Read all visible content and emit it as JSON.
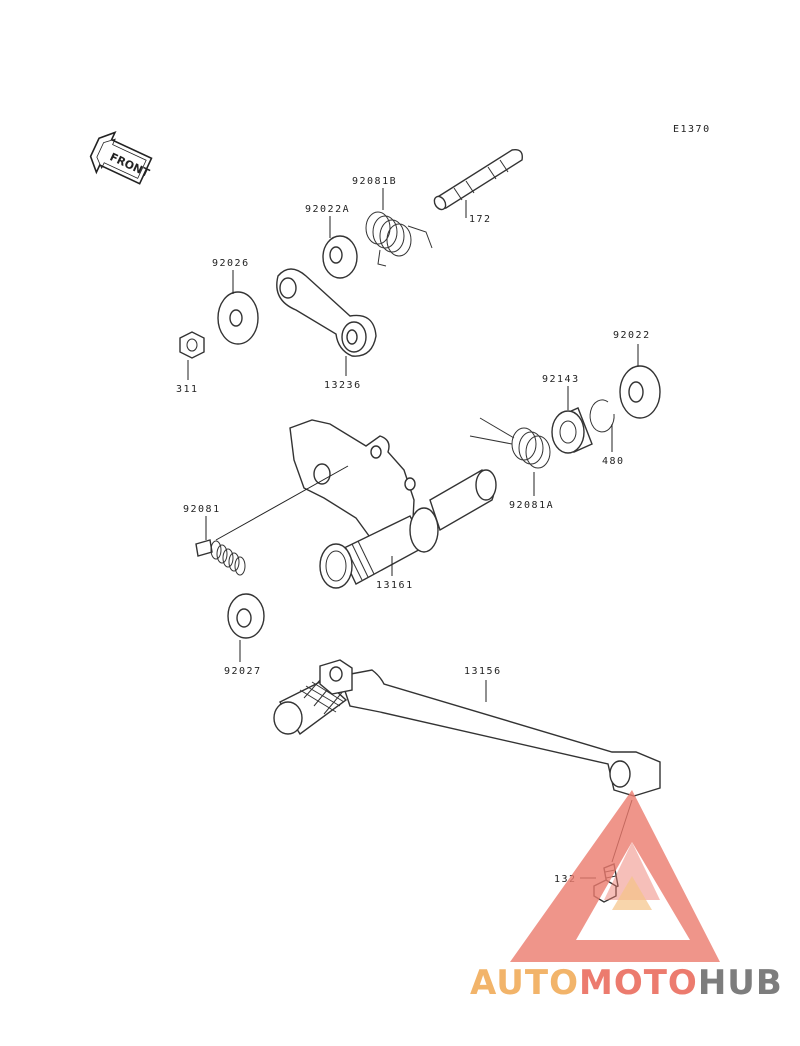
{
  "diagram_code": "E1370",
  "front_label": "FRONT",
  "parts": {
    "p172": "172",
    "p92081B": "92081B",
    "p92022A": "92022A",
    "p92026": "92026",
    "p311": "311",
    "p13236": "13236",
    "p92022": "92022",
    "p92143": "92143",
    "p480": "480",
    "p92081A": "92081A",
    "p92081": "92081",
    "p13161": "13161",
    "p92027": "92027",
    "p13156": "13156",
    "p132": "132"
  },
  "watermark": {
    "part1": "AUTO",
    "part2": "MOTO",
    "part3": "HUB",
    "colors": {
      "orange": "#f2b46a",
      "red": "#ec7b6e",
      "gray": "#7d7d7d"
    }
  }
}
